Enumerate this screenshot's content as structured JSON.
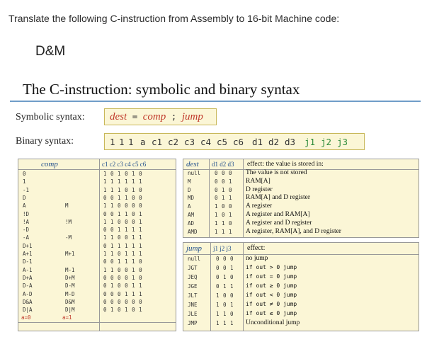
{
  "question": "Translate the following C-instruction from Assembly to 16-bit Machine code:",
  "answer": "D&M",
  "slide": {
    "title": "The C-instruction: symbolic and binary syntax",
    "symbolic_label": "Symbolic syntax:",
    "binary_label": "Binary syntax:",
    "symbolic": {
      "dest": "dest",
      "eq": "=",
      "comp": "comp",
      "semi": ";",
      "jump": "jump"
    },
    "binary_tokens": [
      "1",
      "1",
      "1",
      "a",
      "c1",
      "c2",
      "c3",
      "c4",
      "c5",
      "c6",
      "d1",
      "d2",
      "d3",
      "j1",
      "j2",
      "j3"
    ]
  },
  "comp_table": {
    "header_comp": "comp",
    "header_bits": "c1 c2 c3 c4 c5 c6",
    "rows": [
      {
        "a0": "0",
        "a1": "",
        "bits": "1 0 1 0 1 0"
      },
      {
        "a0": "1",
        "a1": "",
        "bits": "1 1 1 1 1 1"
      },
      {
        "a0": "-1",
        "a1": "",
        "bits": "1 1 1 0 1 0"
      },
      {
        "a0": "D",
        "a1": "",
        "bits": "0 0 1 1 0 0"
      },
      {
        "a0": "A",
        "a1": "M",
        "bits": "1 1 0 0 0 0"
      },
      {
        "a0": "!D",
        "a1": "",
        "bits": "0 0 1 1 0 1"
      },
      {
        "a0": "!A",
        "a1": "!M",
        "bits": "1 1 0 0 0 1"
      },
      {
        "a0": "-D",
        "a1": "",
        "bits": "0 0 1 1 1 1"
      },
      {
        "a0": "-A",
        "a1": "-M",
        "bits": "1 1 0 0 1 1"
      },
      {
        "a0": "D+1",
        "a1": "",
        "bits": "0 1 1 1 1 1"
      },
      {
        "a0": "A+1",
        "a1": "M+1",
        "bits": "1 1 0 1 1 1"
      },
      {
        "a0": "D-1",
        "a1": "",
        "bits": "0 0 1 1 1 0"
      },
      {
        "a0": "A-1",
        "a1": "M-1",
        "bits": "1 1 0 0 1 0"
      },
      {
        "a0": "D+A",
        "a1": "D+M",
        "bits": "0 0 0 0 1 0"
      },
      {
        "a0": "D-A",
        "a1": "D-M",
        "bits": "0 1 0 0 1 1"
      },
      {
        "a0": "A-D",
        "a1": "M-D",
        "bits": "0 0 0 1 1 1"
      },
      {
        "a0": "D&A",
        "a1": "D&M",
        "bits": "0 0 0 0 0 0"
      },
      {
        "a0": "D|A",
        "a1": "D|M",
        "bits": "0 1 0 1 0 1"
      },
      {
        "a0": "a=0",
        "a1": "a=1",
        "bits": ""
      }
    ]
  },
  "dest_table": {
    "header_dest": "dest",
    "header_bits": "d1 d2 d3",
    "header_effect": "effect: the value is stored in:",
    "rows": [
      {
        "mn": "null",
        "bits": "0 0 0",
        "effect": "The value is not stored"
      },
      {
        "mn": "M",
        "bits": "0 0 1",
        "effect": "RAM[A]"
      },
      {
        "mn": "D",
        "bits": "0 1 0",
        "effect": "D register"
      },
      {
        "mn": "MD",
        "bits": "0 1 1",
        "effect": "RAM[A] and D register"
      },
      {
        "mn": "A",
        "bits": "1 0 0",
        "effect": "A register"
      },
      {
        "mn": "AM",
        "bits": "1 0 1",
        "effect": "A register and RAM[A]"
      },
      {
        "mn": "AD",
        "bits": "1 1 0",
        "effect": "A register and D register"
      },
      {
        "mn": "AMD",
        "bits": "1 1 1",
        "effect": "A register, RAM[A], and D register"
      }
    ]
  },
  "jump_table": {
    "header_jump": "jump",
    "header_bits": "j1 j2 j3",
    "header_effect": "effect:",
    "rows": [
      {
        "mn": "null",
        "bits": "0 0 0",
        "effect": "no jump"
      },
      {
        "mn": "JGT",
        "bits": "0 0 1",
        "effect": "if out > 0 jump"
      },
      {
        "mn": "JEQ",
        "bits": "0 1 0",
        "effect": "if out = 0 jump"
      },
      {
        "mn": "JGE",
        "bits": "0 1 1",
        "effect": "if out ≥ 0 jump"
      },
      {
        "mn": "JLT",
        "bits": "1 0 0",
        "effect": "if out < 0 jump"
      },
      {
        "mn": "JNE",
        "bits": "1 0 1",
        "effect": "if out ≠ 0 jump"
      },
      {
        "mn": "JLE",
        "bits": "1 1 0",
        "effect": "if out ≤ 0 jump"
      },
      {
        "mn": "JMP",
        "bits": "1 1 1",
        "effect": "Unconditional jump"
      }
    ]
  }
}
